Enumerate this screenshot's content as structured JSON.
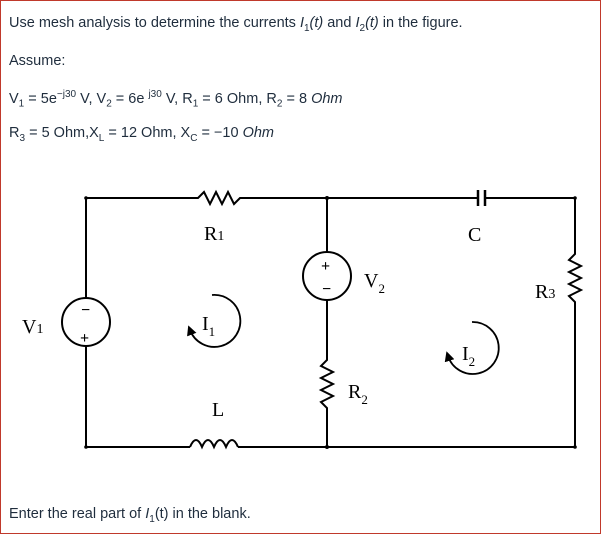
{
  "question": {
    "line1_prefix": "Use mesh analysis to determine the currents ",
    "line1_i1": "I",
    "line1_i1_sub": "1",
    "line1_i1_t": "(t)",
    "line1_and": " and ",
    "line1_i2": "I",
    "line1_i2_sub": "2",
    "line1_i2_t": "(t)",
    "line1_suffix": " in the figure.",
    "assume": "Assume:",
    "v1": "V",
    "v1_sub": "1",
    "v1_eq": " = 5e",
    "v1_exp": "−j30",
    "v1_unit": " V, ",
    "v2": "V",
    "v2_sub": "2",
    "v2_eq": " = 6e ",
    "v2_exp": "j30",
    "v2_unit": " V, ",
    "r1": "R",
    "r1_sub": "1",
    "r1_val": " = 6 Ohm, ",
    "r2": "R",
    "r2_sub": "2",
    "r2_val": " = 8 ",
    "r2_unit": "Ohm",
    "r3": "R",
    "r3_sub": "3",
    "r3_val": " = 5 Ohm,",
    "xl": "X",
    "xl_sub": "L",
    "xl_val": " = 12 Ohm, ",
    "xc": "X",
    "xc_sub": "C",
    "xc_val": " = −10 ",
    "xc_unit": "Ohm",
    "footer_prefix": "Enter the real part of ",
    "footer_i": "I",
    "footer_i_sub": "1",
    "footer_suffix": "(t) in the blank."
  },
  "circuit": {
    "r1": "R",
    "r1_sub": "1",
    "l": "L",
    "c": "C",
    "r3": "R",
    "r3_sub": "3",
    "v1": "V",
    "v1_sub": "1",
    "v2": "V",
    "v2_sub": "2",
    "r2": "R",
    "r2_sub": "2",
    "i1": "I",
    "i1_sub": "1",
    "i2": "I",
    "i2_sub": "2",
    "plus": "+",
    "minus": "−"
  }
}
